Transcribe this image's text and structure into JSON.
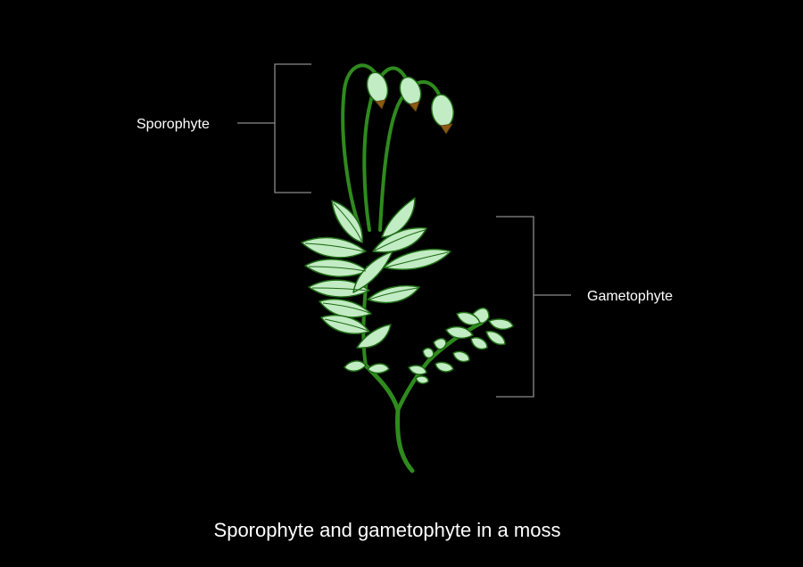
{
  "labels": {
    "sporophyte": "Sporophyte",
    "gametophyte": "Gametophyte"
  },
  "caption": "Sporophyte and gametophyte in a moss",
  "colors": {
    "background": "#000000",
    "leaf_fill": "#c2ecc3",
    "leaf_outline": "#1e6a14",
    "stem": "#2f8a1e",
    "capsule_tip": "#8a5a12",
    "bracket": "#8a8a8a",
    "text": "#ffffff"
  }
}
